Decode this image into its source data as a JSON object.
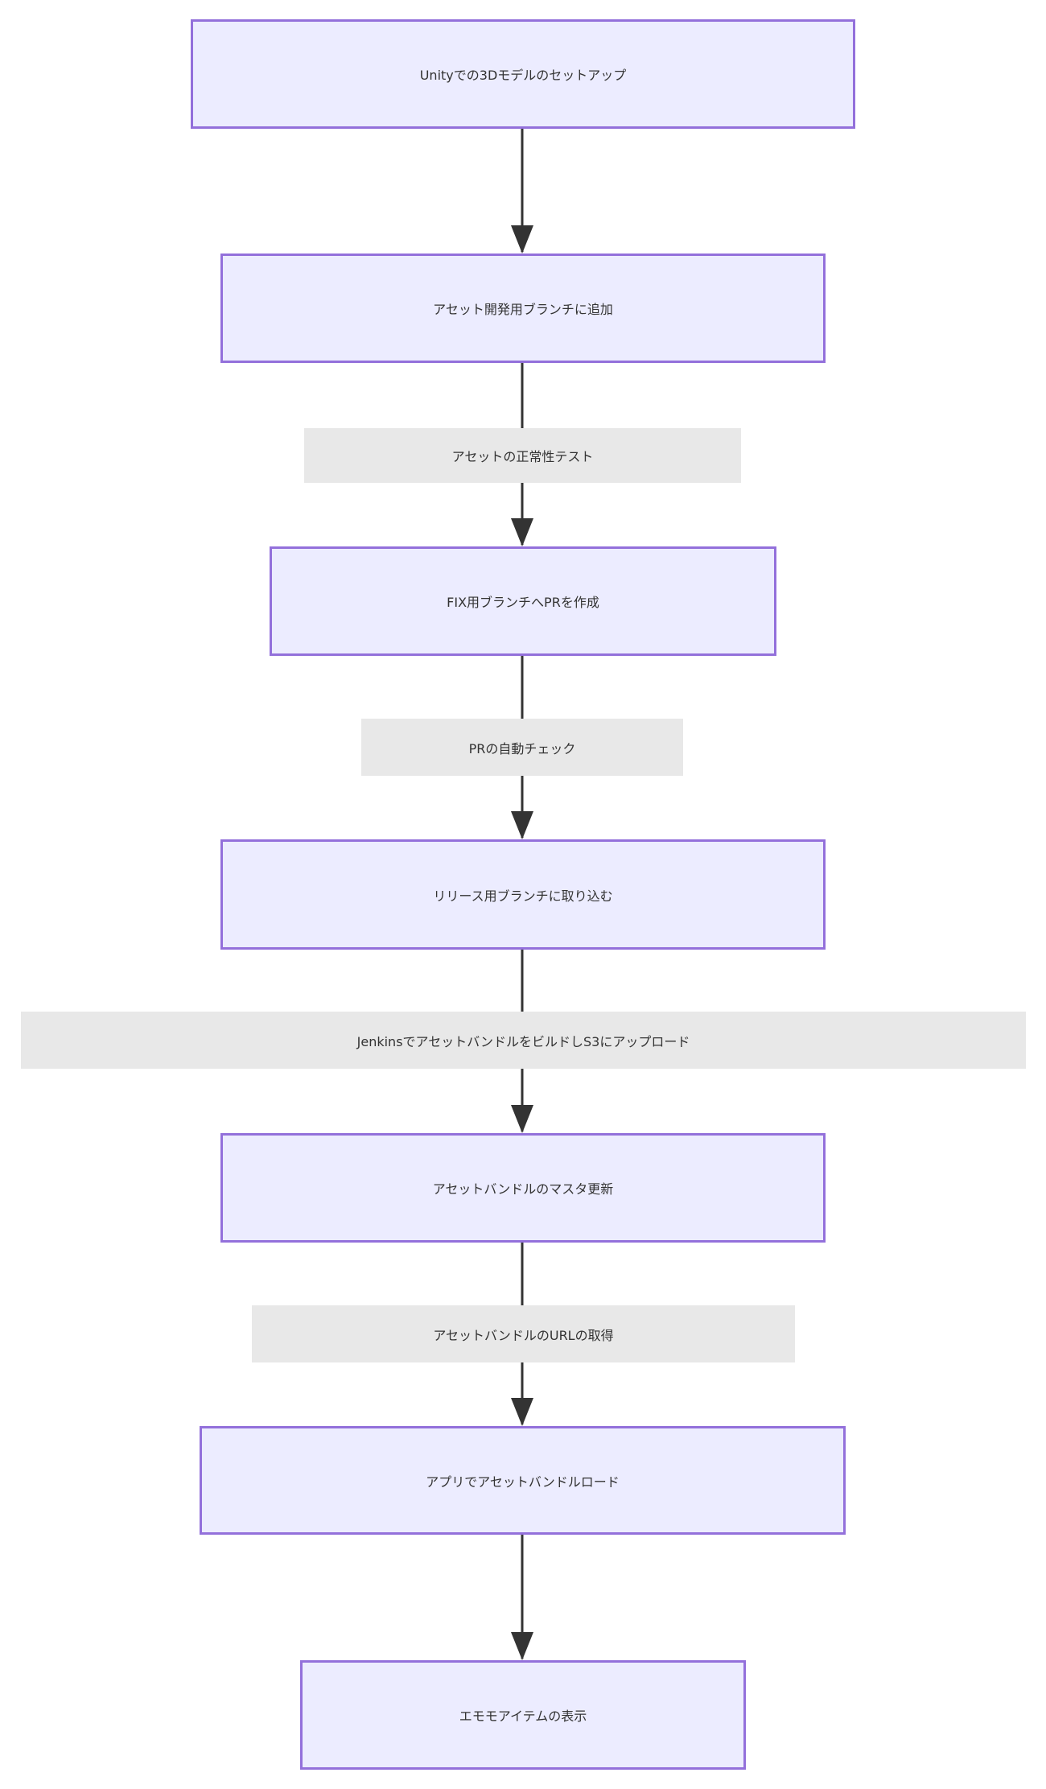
{
  "colors": {
    "node_fill": "#ececff",
    "node_border": "#9370db",
    "edge": "#333333",
    "label_bg": "#e8e8e8",
    "text": "#333333"
  },
  "nodes": [
    {
      "label": "Unityでの3Dモデルのセットアップ"
    },
    {
      "label": "アセット開発用ブランチに追加"
    },
    {
      "label": "FIX用ブランチへPRを作成"
    },
    {
      "label": "リリース用ブランチに取り込む"
    },
    {
      "label": "アセットバンドルのマスタ更新"
    },
    {
      "label": "アプリでアセットバンドルロード"
    },
    {
      "label": "エモモアイテムの表示"
    }
  ],
  "edge_labels": [
    {
      "label": "アセットの正常性テスト"
    },
    {
      "label": "PRの自動チェック"
    },
    {
      "label": "JenkinsでアセットバンドルをビルドしS3にアップロード"
    },
    {
      "label": "アセットバンドルのURLの取得"
    }
  ]
}
